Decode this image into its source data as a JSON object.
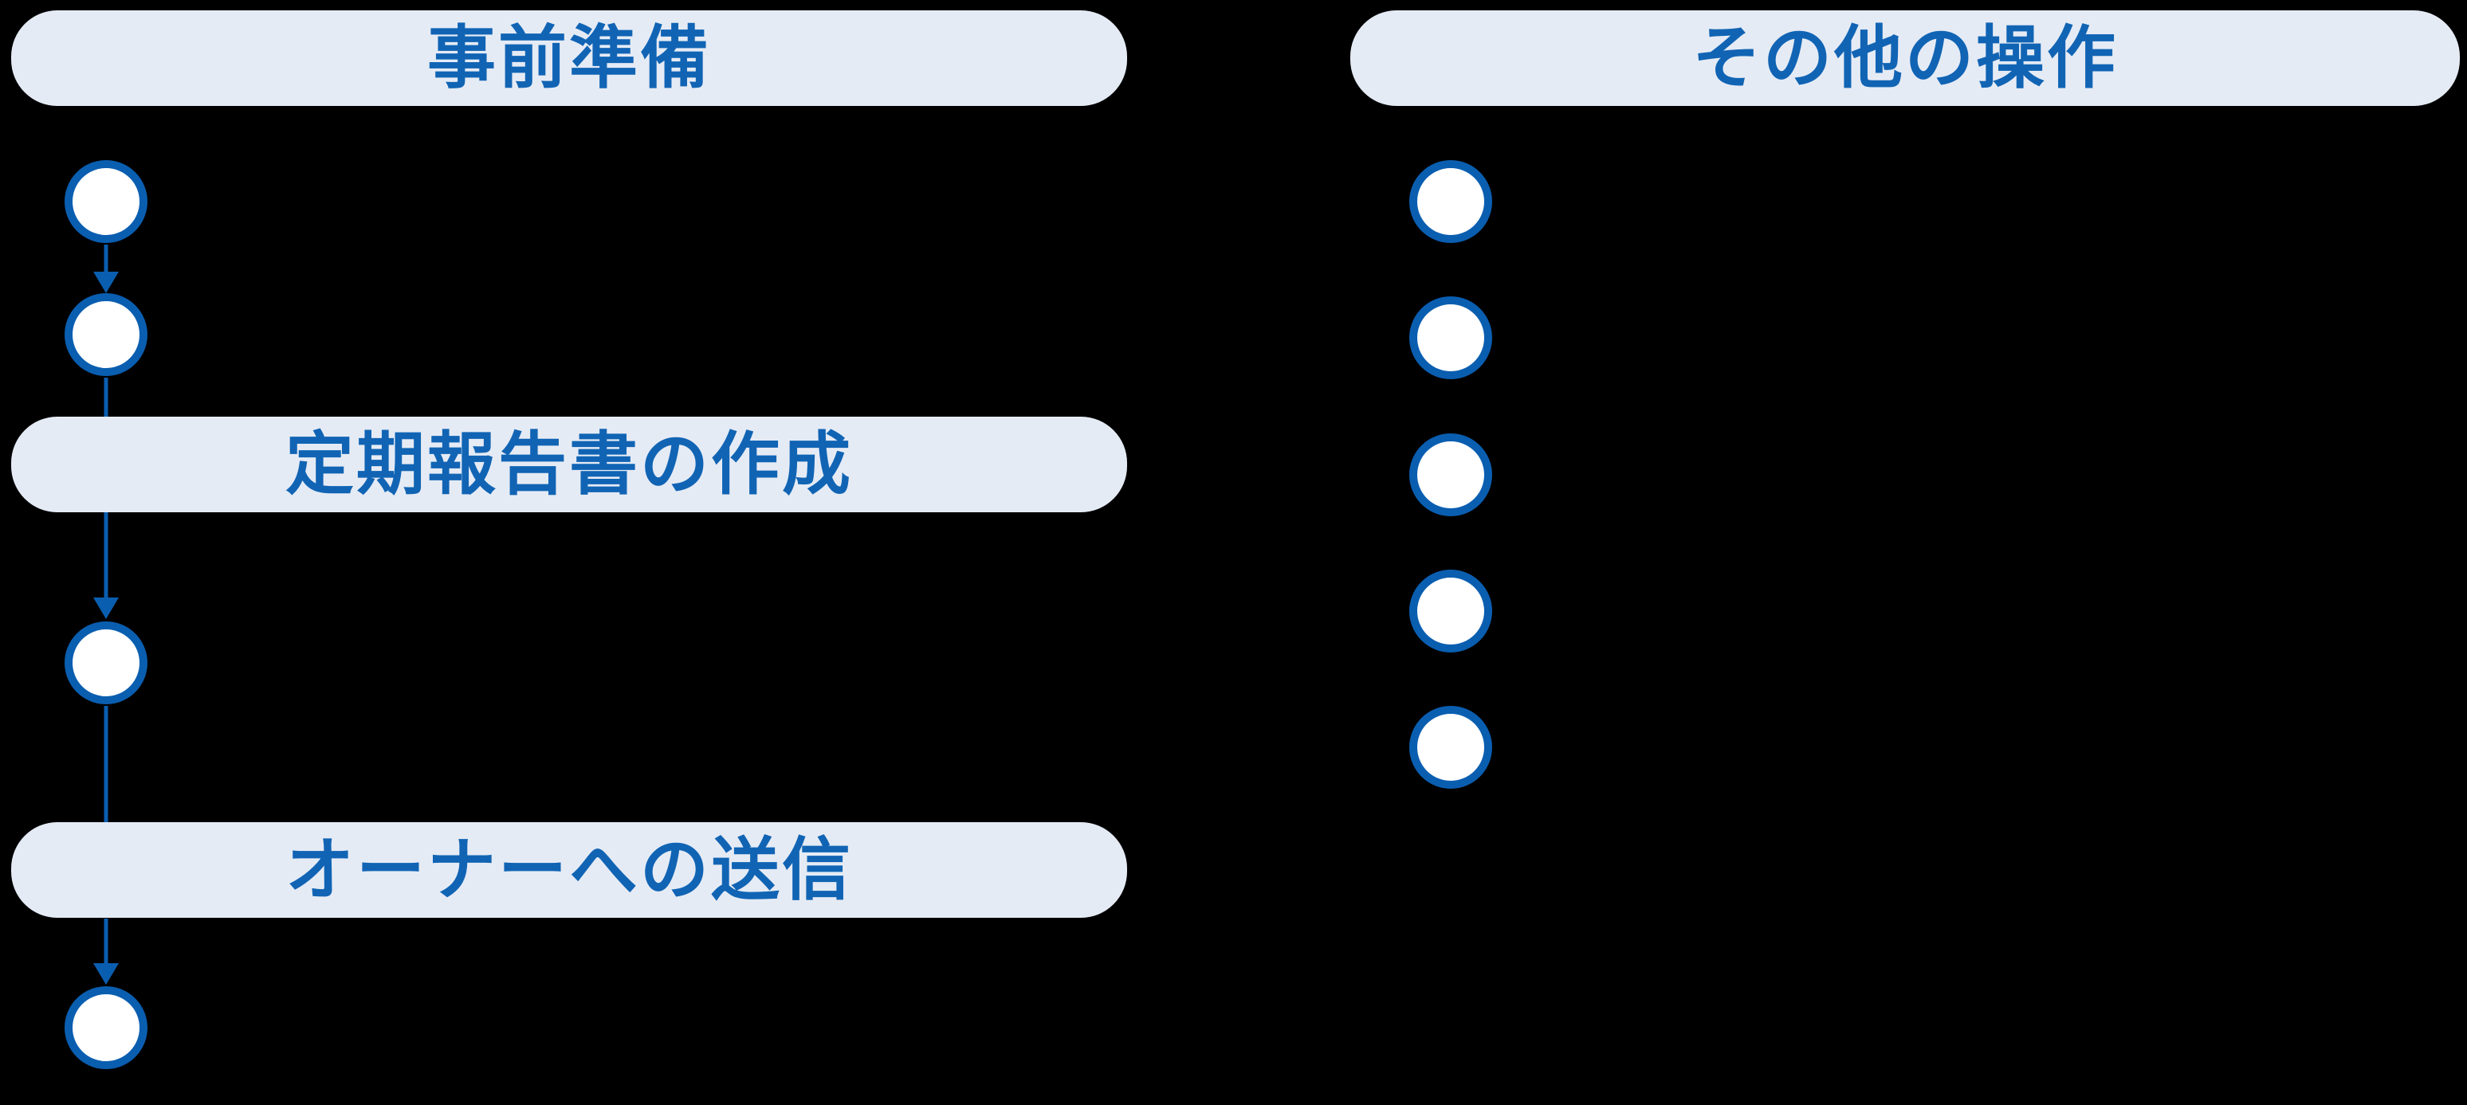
{
  "diagram": {
    "type": "flowchart",
    "background_color": "#000000",
    "colors": {
      "header_fill": "#E5EBF5",
      "header_text": "#1164B4",
      "node_stroke": "#0A5EB0",
      "node_fill": "#FFFFFF",
      "connector": "#0A5EB0"
    },
    "left_flow": {
      "sections": [
        {
          "title": "事前準備",
          "step_count": 2
        },
        {
          "title": "定期報告書の作成",
          "step_count": 1
        },
        {
          "title": "オーナーへの送信",
          "step_count": 1
        }
      ],
      "connector_style": "vertical-arrows"
    },
    "right_flow": {
      "title": "その他の操作",
      "step_count": 5,
      "connector_style": "none"
    }
  }
}
